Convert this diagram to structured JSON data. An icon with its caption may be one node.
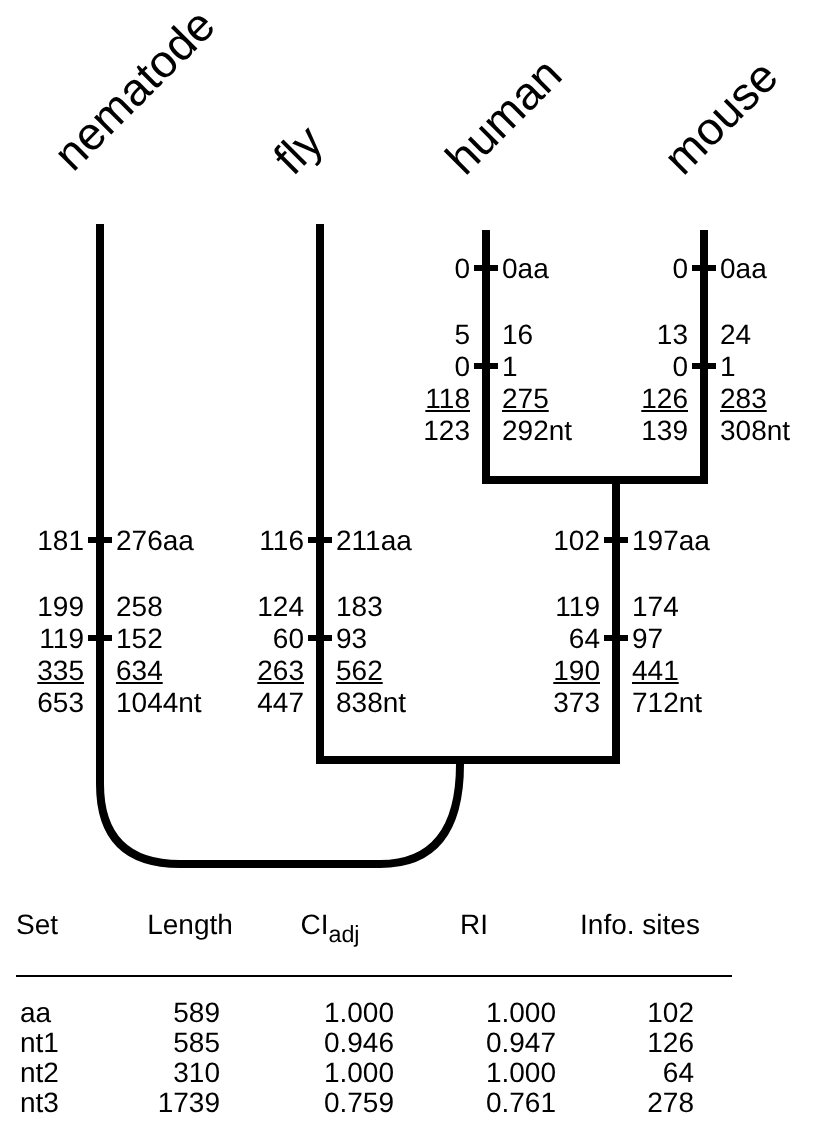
{
  "diagram": {
    "nodes": [
      {
        "text": [
          "nematode"
        ]
      },
      {
        "text": [
          "fly"
        ]
      },
      {
        "text": [
          "human"
        ]
      },
      {
        "text": [
          "mouse"
        ]
      }
    ],
    "labels": [
      "0",
      "0aa",
      "5",
      "16",
      "0",
      "1",
      "118",
      "275",
      "123",
      "292nt",
      "0",
      "0aa",
      "13",
      "24",
      "0",
      "1",
      "126",
      "283",
      "139",
      "308nt",
      "181",
      "276aa",
      "199",
      "258",
      "119",
      "152",
      "335",
      "634",
      "653",
      "1044nt",
      "116",
      "211aa",
      "124",
      "183",
      "60",
      "93",
      "263",
      "562",
      "447",
      "838nt",
      "102",
      "197aa",
      "119",
      "174",
      "64",
      "97",
      "190",
      "441",
      "373",
      "712nt",
      "Set",
      "Length",
      "CI$_{adj}$",
      "RI",
      "Info. sites",
      "aa",
      "589",
      "1.000",
      "1.000",
      "102",
      "nt1",
      "585",
      "0.946",
      "0.947",
      "126",
      "nt2",
      "310",
      "1.000",
      "1.000",
      "64",
      "nt3",
      "1739",
      "0.759",
      "0.761",
      "278"
    ]
  }
}
